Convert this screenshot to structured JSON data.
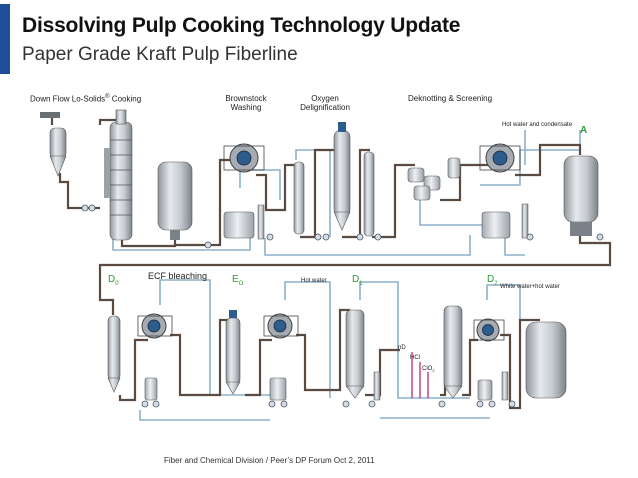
{
  "header": {
    "title": "Dissolving Pulp Cooking Technology Update",
    "subtitle": "Paper Grade Kraft Pulp Fiberline"
  },
  "top_row": {
    "cooking_label": "Down Flow Lo-Solids",
    "cooking_reg": "®",
    "cooking_suffix": " Cooking",
    "brownstock_line1": "Brownstock",
    "brownstock_line2": "Washing",
    "oxygen_line1": "Oxygen",
    "oxygen_line2": "Delignification",
    "knotting_label": "Deknotting & Screening",
    "hot_water_condensate": "Hot water and condensate",
    "connector_a": "A"
  },
  "bottom_row": {
    "stage_d0_main": "D",
    "stage_d0_sub": "0",
    "ecf_label": "ECF bleaching",
    "stage_eo_main": "E",
    "stage_eo_sub": "O",
    "hot_water": "Hot water",
    "stage_d1_main": "D",
    "stage_d1_sub": "1",
    "stage_d2_main": "D",
    "stage_d2_sub": "2",
    "white_water": "White water+hot water",
    "chem_nd": "nD",
    "chem_hcl": "HCl",
    "chem_clo2": "ClO",
    "chem_clo2_sub": "2"
  },
  "footer": {
    "text": "Fiber and Chemical Division / Peer’s DP Forum Oct 2, 2011"
  },
  "colors": {
    "accent_bar": "#1f4e9a",
    "stage_labels": "#2e9a3a",
    "pipe_main": "#5a4a40",
    "pipe_water": "#8ab0cc",
    "chemical_lines": "#c03a7a"
  }
}
